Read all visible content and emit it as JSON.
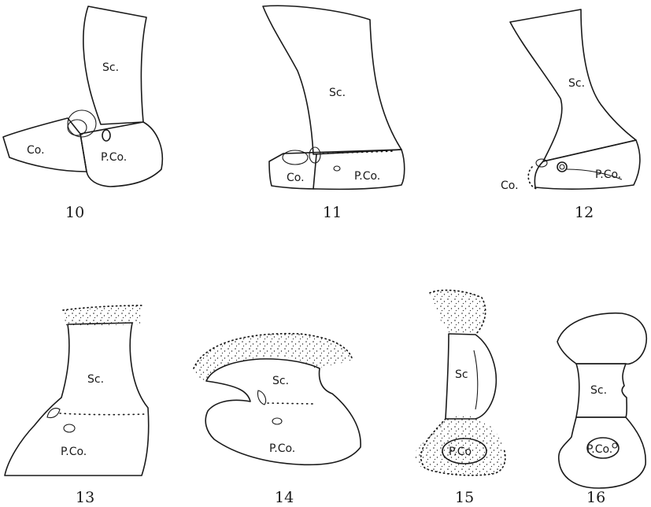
{
  "figures": [
    {
      "number": "10",
      "labels": {
        "scapula": "Sc.",
        "coracoid": "Co.",
        "precoracoid": "P.Co."
      }
    },
    {
      "number": "11",
      "labels": {
        "scapula": "Sc.",
        "coracoid": "Co.",
        "precoracoid": "P.Co."
      }
    },
    {
      "number": "12",
      "labels": {
        "scapula": "Sc.",
        "coracoid": "Co.",
        "precoracoid": "P.Co."
      }
    },
    {
      "number": "13",
      "labels": {
        "scapula": "Sc.",
        "precoracoid": "P.Co."
      }
    },
    {
      "number": "14",
      "labels": {
        "scapula": "Sc.",
        "precoracoid": "P.Co."
      }
    },
    {
      "number": "15",
      "labels": {
        "scapula": "Sc",
        "precoracoid": "P.Co"
      }
    },
    {
      "number": "16",
      "labels": {
        "scapula": "Sc.",
        "precoracoid": "P.Co."
      }
    }
  ]
}
